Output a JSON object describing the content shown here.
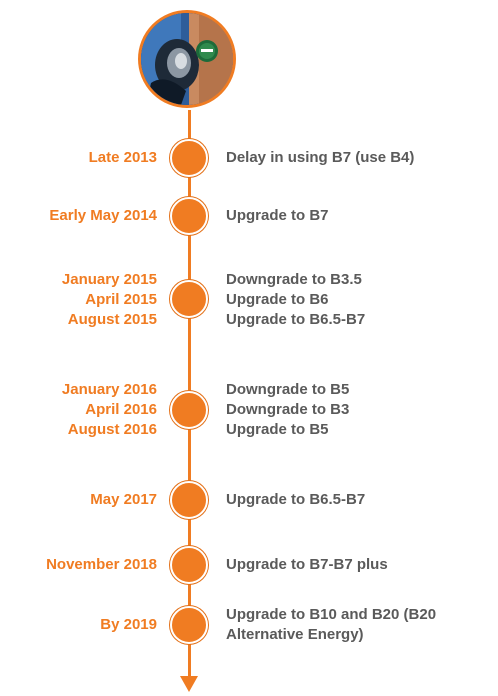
{
  "timeline": {
    "accent_color": "#f07c22",
    "text_color": "#5a5a5a",
    "photo_icon": "fuel-nozzle-photo-icon",
    "events": [
      {
        "dates": [
          "Late 2013"
        ],
        "descriptions": [
          "Delay in using B7 (use B4)"
        ]
      },
      {
        "dates": [
          "Early May 2014"
        ],
        "descriptions": [
          "Upgrade to B7"
        ]
      },
      {
        "dates": [
          "January 2015",
          "April 2015",
          "August 2015"
        ],
        "descriptions": [
          "Downgrade to B3.5",
          "Upgrade to B6",
          "Upgrade to B6.5-B7"
        ]
      },
      {
        "dates": [
          "January 2016",
          "April 2016",
          "August 2016"
        ],
        "descriptions": [
          "Downgrade to B5",
          "Downgrade to B3",
          "Upgrade to B5"
        ]
      },
      {
        "dates": [
          "May 2017"
        ],
        "descriptions": [
          "Upgrade to B6.5-B7"
        ]
      },
      {
        "dates": [
          "November 2018"
        ],
        "descriptions": [
          "Upgrade to B7-B7 plus"
        ]
      },
      {
        "dates": [
          "By 2019"
        ],
        "descriptions": [
          "Upgrade to B10 and B20 (B20",
          "Alternative Energy)"
        ]
      }
    ]
  }
}
